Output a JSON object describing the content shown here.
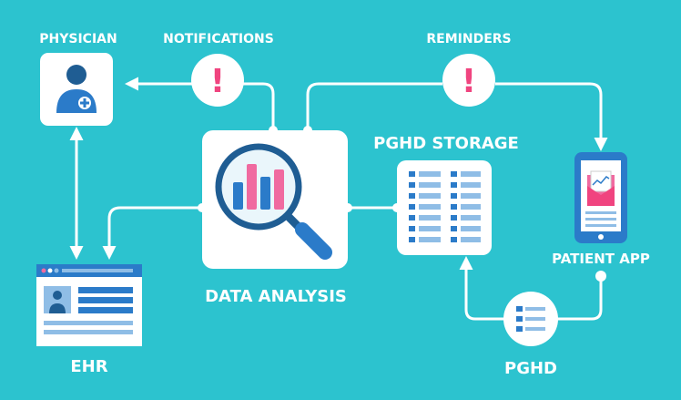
{
  "labels": {
    "physician": "PHYSICIAN",
    "notifications": "NOTIFICATIONS",
    "reminders": "REMINDERS",
    "pghd_storage": "PGHD STORAGE",
    "data_analysis": "DATA ANALYSIS",
    "patient_app": "PATIENT APP",
    "ehr": "EHR",
    "pghd": "PGHD"
  },
  "alert_symbol": "!",
  "icons": {
    "physician": "physician-icon",
    "notification": "exclamation-icon",
    "reminder": "exclamation-icon",
    "analysis": "magnifier-chart-icon",
    "storage": "data-list-icon",
    "patient_app": "smartphone-envelope-icon",
    "ehr": "record-window-icon",
    "pghd": "list-icon"
  },
  "colors": {
    "background": "#2cc3cf",
    "card": "#ffffff",
    "accent_pink": "#f0447f",
    "accent_blue": "#2b7bc9",
    "dark_blue": "#1f5d93"
  }
}
